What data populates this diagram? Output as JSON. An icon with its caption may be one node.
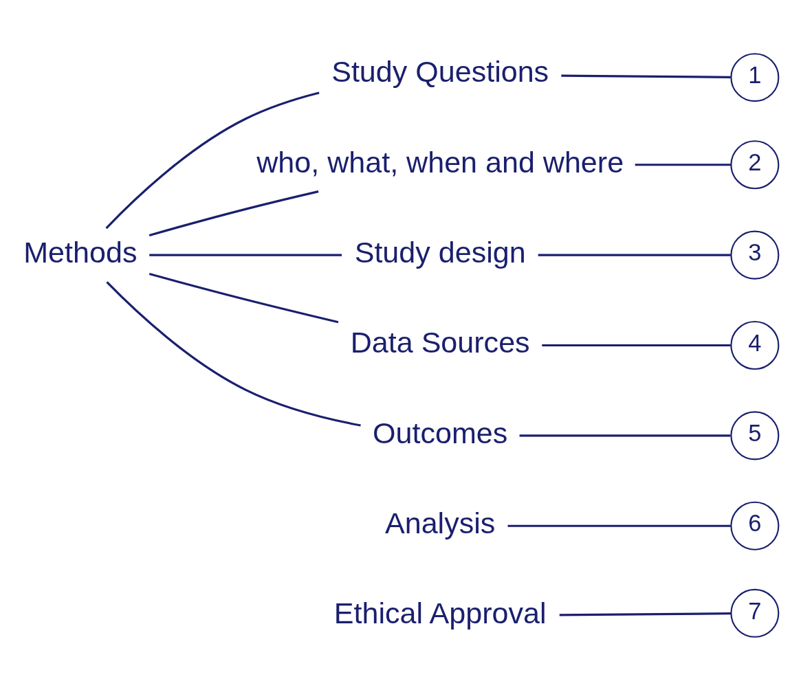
{
  "diagram": {
    "nodes": [
      {
        "text": [
          "Methods"
        ]
      },
      {
        "text": [
          "Study Questions"
        ]
      },
      {
        "text": [
          "who, what, when and where"
        ]
      },
      {
        "text": [
          "Study design"
        ]
      },
      {
        "text": [
          "Data Sources"
        ]
      },
      {
        "text": [
          "Outcomes"
        ]
      },
      {
        "text": [
          "Analysis"
        ]
      },
      {
        "text": [
          "Ethical Approval"
        ]
      },
      {
        "text": [
          "1"
        ]
      },
      {
        "text": [
          "2"
        ]
      },
      {
        "text": [
          "3"
        ]
      },
      {
        "text": [
          "4"
        ]
      },
      {
        "text": [
          "5"
        ]
      },
      {
        "text": [
          "6"
        ]
      },
      {
        "text": [
          "7"
        ]
      }
    ],
    "edges": [
      {
        "from": 0,
        "to": 1,
        "arrow": "none"
      },
      {
        "from": 0,
        "to": 2,
        "arrow": "none"
      },
      {
        "from": 0,
        "to": 3,
        "arrow": "none"
      },
      {
        "from": 0,
        "to": 4,
        "arrow": "none"
      },
      {
        "from": 0,
        "to": 5,
        "arrow": "none"
      },
      {
        "from": 1,
        "to": 8,
        "arrow": "none"
      },
      {
        "from": 2,
        "to": 9,
        "arrow": "none"
      },
      {
        "from": 3,
        "to": 10,
        "arrow": "none"
      },
      {
        "from": 4,
        "to": 11,
        "arrow": "none"
      },
      {
        "from": 5,
        "to": 12,
        "arrow": "none"
      },
      {
        "from": 6,
        "to": 13,
        "arrow": "none"
      },
      {
        "from": 7,
        "to": 14,
        "arrow": "none"
      }
    ]
  }
}
